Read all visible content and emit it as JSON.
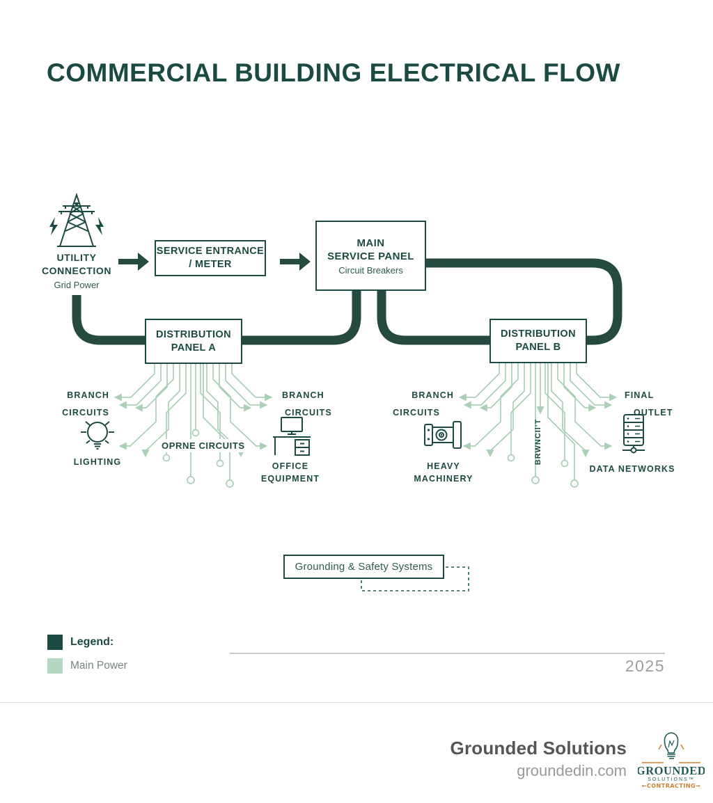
{
  "title": "COMMERCIAL BUILDING ELECTRICAL FLOW",
  "year": "2025",
  "nodes": {
    "utility": {
      "line1": "UTILITY",
      "line2": "CONNECTION",
      "sub": "Grid Power"
    },
    "service_entrance": {
      "line1": "SERVICE ENTRANCE",
      "line2": "/ METER"
    },
    "main_panel": {
      "line1": "MAIN",
      "line2": "SERVICE PANEL",
      "sub": "Circuit Breakers"
    },
    "panel_a": {
      "line1": "DISTRIBUTION",
      "line2": "PANEL A"
    },
    "panel_b": {
      "line1": "DISTRIBUTION",
      "line2": "PANEL B"
    },
    "grounding": "Grounding & Safety Systems"
  },
  "panel_a_fan": {
    "left_label_1": "BRANCH",
    "left_label_2": "CIRCUITS",
    "right_label_1": "BRANCH",
    "right_label_2": "CIRCUITS",
    "lighting_label": "LIGHTING",
    "center_label": "OPRNE CIRCUITS",
    "office_label_1": "OFFICE",
    "office_label_2": "EQUIPMENT"
  },
  "panel_b_fan": {
    "left_label_1": "BRANCH",
    "left_label_2": "CIRCUITS",
    "right_label_1": "FINAL",
    "right_label_2": "OUTLET",
    "machinery_label_1": "HEAVY",
    "machinery_label_2": "MACHINERY",
    "center_vertical_label": "BRWNCIl'T",
    "data_label": "DATA NETWORKS"
  },
  "legend": {
    "title": "Legend:",
    "main_power": "Main Power"
  },
  "footer": {
    "company": "Grounded Solutions",
    "website": "groundedin.com",
    "logo": {
      "name": "GROUNDED",
      "sub": "SOLUTIONS™",
      "tagline": "←CONTRACTING→"
    }
  },
  "colors": {
    "dark_green": "#1b4a42",
    "pipe_green": "#254a40",
    "light_green": "#a9cfb7",
    "legend_light": "#b6d7c1",
    "dashed_teal": "#3e7466",
    "gray_text": "#9e9e9e",
    "footer_dark": "#545557",
    "logo_teal": "#1e5a55",
    "logo_orange": "#c8822f"
  }
}
